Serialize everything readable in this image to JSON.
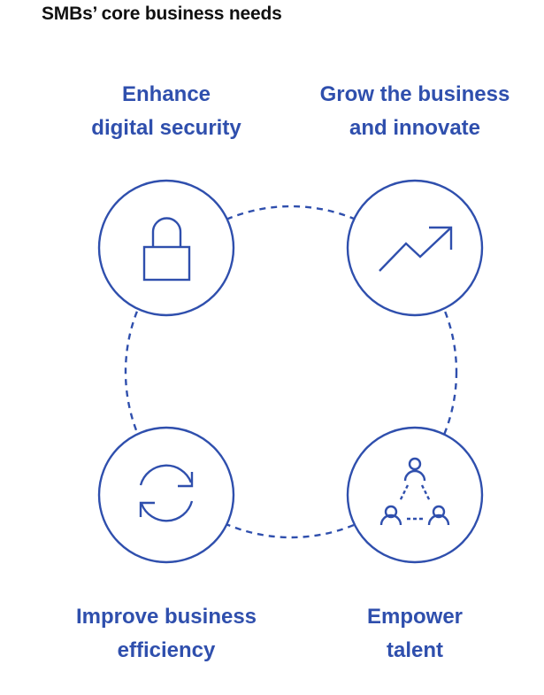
{
  "title": "SMBs’ core business needs",
  "accent_color": "#2f4fad",
  "needs": [
    {
      "line1": "Enhance",
      "line2": "digital security",
      "icon": "lock-icon"
    },
    {
      "line1": "Grow the business",
      "line2": "and innovate",
      "icon": "trend-up-icon"
    },
    {
      "line1": "Improve business",
      "line2": "efficiency",
      "icon": "refresh-icon"
    },
    {
      "line1": "Empower",
      "line2": "talent",
      "icon": "people-network-icon"
    }
  ]
}
